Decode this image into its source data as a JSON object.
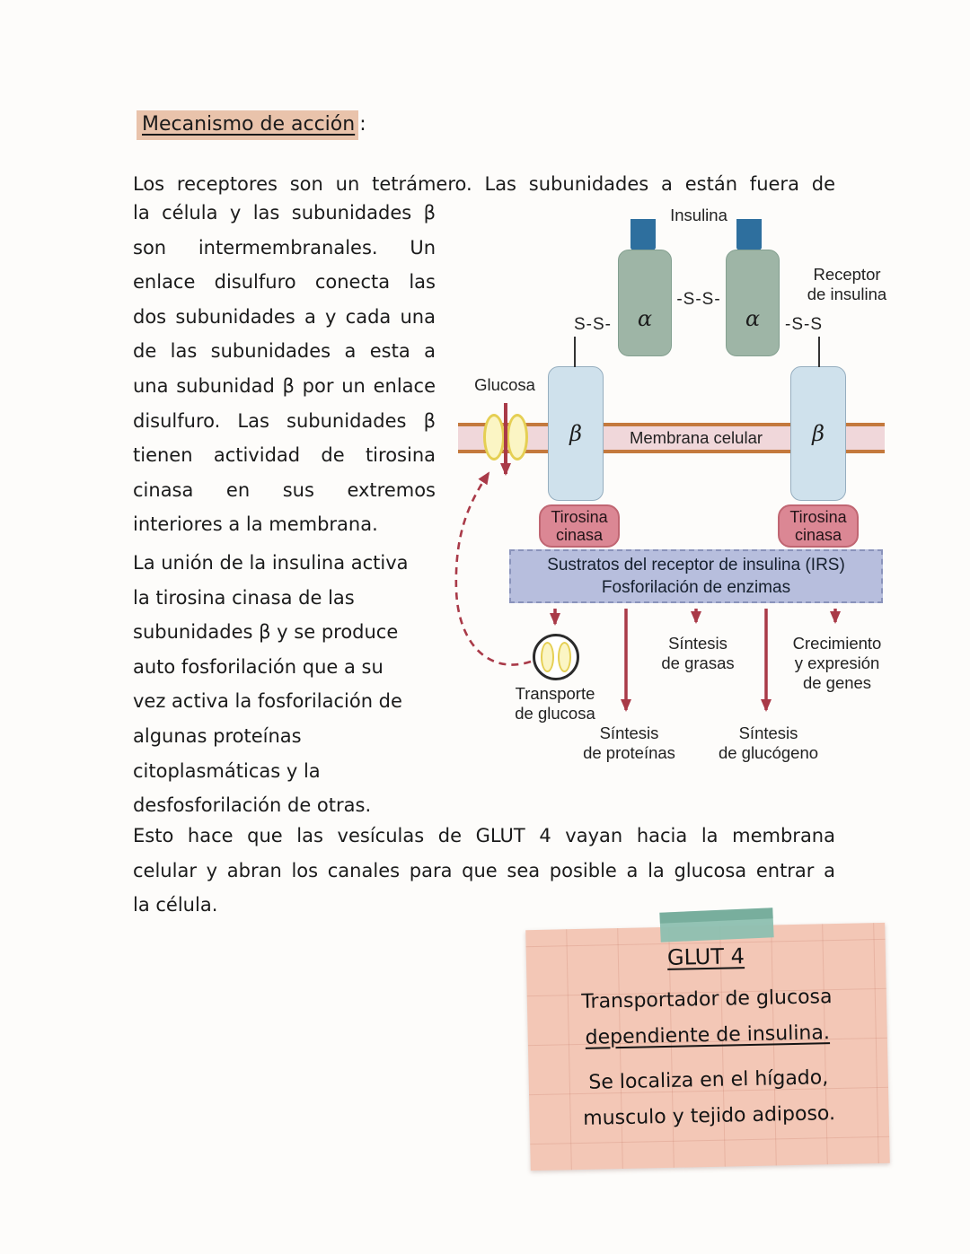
{
  "title": {
    "text": "Mecanismo de acción",
    "colon": ":"
  },
  "intro_line": "Los receptores son un tetrámero. Las subunidades a están fuera de",
  "para1_lines": [
    "la célula y las subunidades β",
    "son intermembranales. Un",
    "enlace disulfuro conecta las",
    "dos subunidades a y cada una",
    "de las subunidades a esta a",
    "una subunidad β por un enlace",
    "disulfuro. Las subunidades β",
    "tienen actividad de tirosina",
    "cinasa en sus extremos",
    "interiores a la membrana."
  ],
  "para2_lines": [
    "La unión de la insulina activa",
    "la tirosina cinasa de las",
    "subunidades β y se produce",
    "auto fosforilación que a su",
    "vez activa la fosforilación de",
    "algunas proteínas",
    "citoplasmáticas y la",
    "desfosforilación de otras."
  ],
  "para3_lines": [
    "Esto hace que las vesículas de GLUT 4 vayan hacia la membrana",
    "celular y abran los canales para que sea posible a la glucosa entrar a",
    "la célula."
  ],
  "diagram": {
    "insulin_label": "Insulina",
    "receptor_label": "Receptor\nde insulina",
    "alpha": "α",
    "beta": "β",
    "ss_left": "S-S-",
    "ss_center": "-S-S-",
    "ss_right": "-S-S",
    "glucose_label": "Glucosa",
    "membrane_label": "Membrana celular",
    "tyrosine_kinase": "Tirosina\ncinasa",
    "irs_line1": "Sustratos del receptor de insulina (IRS)",
    "irs_line2": "Fosforilación de enzimas",
    "out_transport": "Transporte\nde glucosa",
    "out_fat": "Síntesis\nde grasas",
    "out_growth": "Crecimiento\ny expresión\nde genes",
    "out_protein": "Síntesis\nde proteínas",
    "out_glycogen": "Síntesis\nde glucógeno"
  },
  "note": {
    "title": "GLUT 4",
    "line1": "Transportador de glucosa",
    "line2": "dependiente de insulina.",
    "line3": "Se localiza en el hígado,",
    "line4": "musculo y tejido adiposo."
  },
  "colors": {
    "highlight": "#e9c3ab",
    "insulin": "#2e6f9e",
    "alpha": "#9eb5a6",
    "beta": "#cfe1ec",
    "membrane": "#f0d7da",
    "membrane-edge": "#c4793d",
    "kinase": "#db8794",
    "irs": "#b7bedd",
    "arrow": "#a93a48",
    "note": "#f3c7b6",
    "tape": "#8ec0b1"
  }
}
